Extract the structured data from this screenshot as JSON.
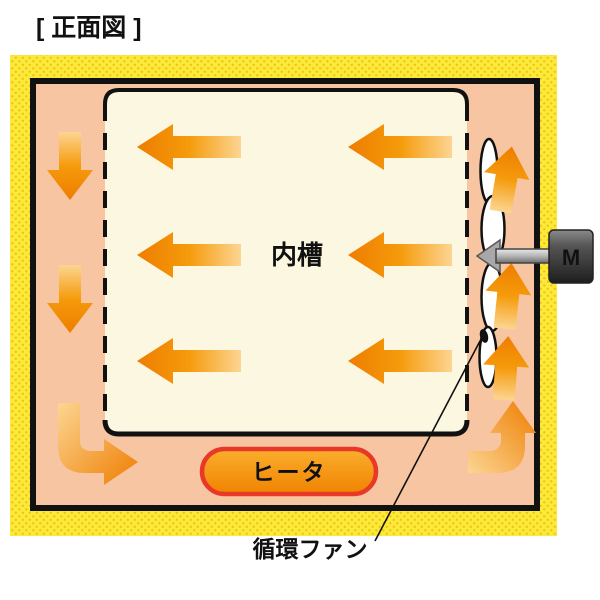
{
  "title": "[ 正面図 ]",
  "labels": {
    "inner_tank": "内槽",
    "heater": "ヒータ",
    "fan": "循環ファン",
    "motor": "M"
  },
  "colors": {
    "frame_yellow": "#FBE93B",
    "frame_dot": "#F2C40A",
    "chamber": "#F7C5A1",
    "inner_tank_fill": "#FCF7E1",
    "arrow_tip": "#EE7D00",
    "arrow_mid": "#F59B0B",
    "arrow_tail": "#FCD592",
    "heater_border": "#E83828",
    "outline": "#111111"
  }
}
